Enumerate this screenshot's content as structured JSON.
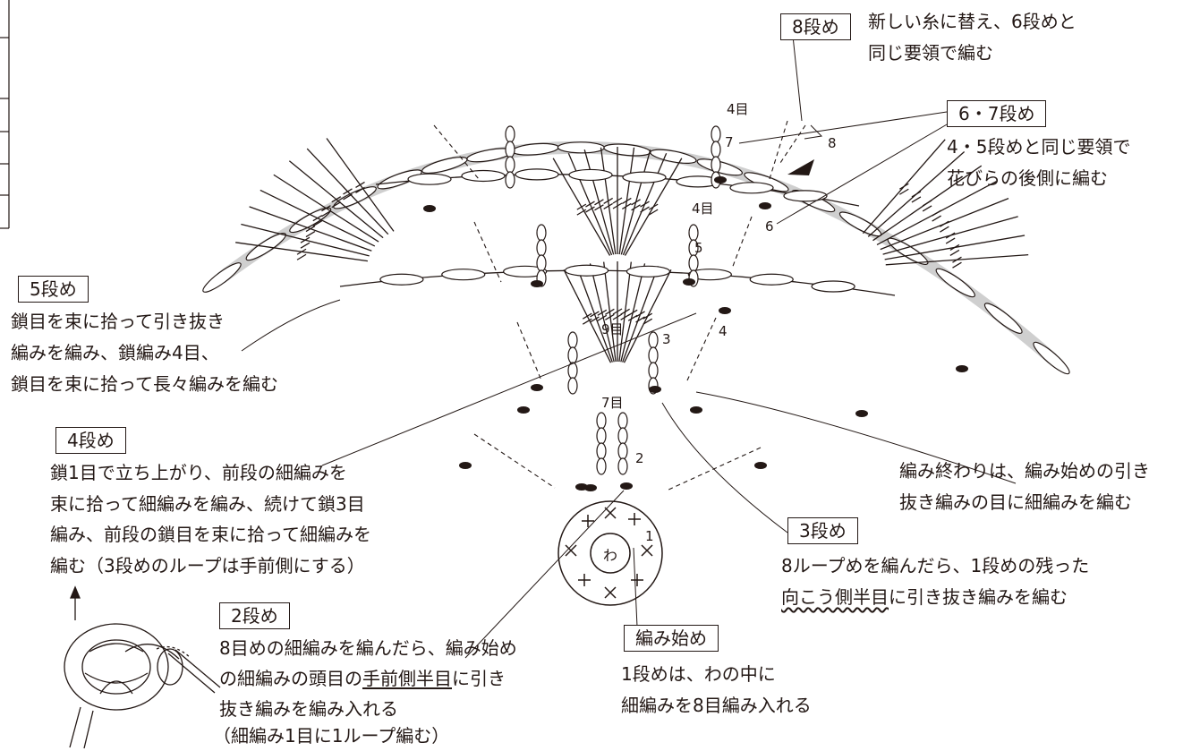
{
  "colors": {
    "ink": "#231815",
    "band": "#cfcfcf"
  },
  "labels": {
    "r8": {
      "title": "8段め",
      "l1": "新しい糸に替え、6段めと",
      "l2": "同じ要領で編む"
    },
    "r67": {
      "title": "6・7段め",
      "l1": "4・5段めと同じ要領で",
      "l2": "花びらの後側に編む"
    },
    "r5": {
      "title": "5段め",
      "l1": "鎖目を束に拾って引き抜き",
      "l2": "編みを編み、鎖編み4目、",
      "l3": "鎖目を束に拾って長々編みを編む"
    },
    "r4": {
      "title": "4段め",
      "l1": "鎖1目で立ち上がり、前段の細編みを",
      "l2": "束に拾って細編みを編み、続けて鎖3目",
      "l3": "編み、前段の鎖目を束に拾って細編みを",
      "l4": "編む（3段めのループは手前側にする）"
    },
    "end": {
      "l1": "編み終わりは、編み始めの引き",
      "l2": "抜き編みの目に細編みを編む"
    },
    "r3": {
      "title": "3段め",
      "l1": "8ループめを編んだら、1段めの残った",
      "l2_u": "向こう側半目",
      "l2_rest": "に引き抜き編みを編む"
    },
    "r2": {
      "title": "2段め",
      "l1": "8目めの細編みを編んだら、編み始め",
      "l2_a": "の細編みの頭目の",
      "l2_u": "手前側半目",
      "l2_b": "に引き",
      "l3": "抜き編みを編み入れる",
      "l4": "（細編み1目に1ループ編む）"
    },
    "start": {
      "title": "編み始め",
      "l1": "1段めは、わの中に",
      "l2": "細編みを8目編み入れる"
    }
  },
  "diagram": {
    "ring": "わ",
    "row_numbers": [
      "1",
      "2",
      "3",
      "4",
      "5",
      "6",
      "7",
      "8"
    ],
    "chain_counts": {
      "c7": "7目",
      "c9": "9目",
      "c4a": "4目",
      "c4b": "4目"
    }
  }
}
